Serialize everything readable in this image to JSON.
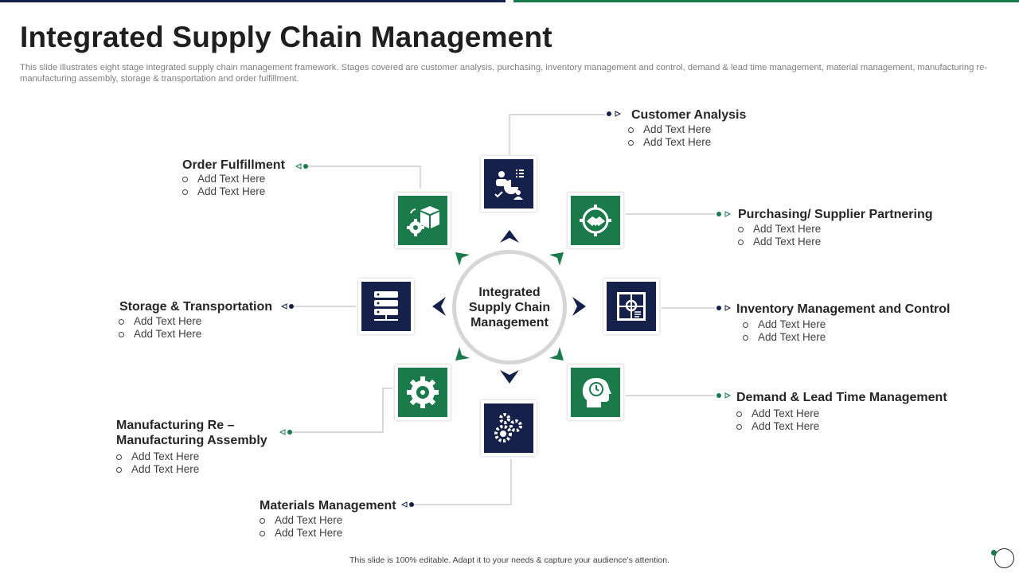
{
  "header": {
    "title": "Integrated Supply Chain Management",
    "subtitle": "This slide illustrates eight stage integrated supply chain management framework. Stages covered are customer analysis, purchasing, inventory management and control, demand & lead time management, material management, manufacturing re-manufacturing assembly, storage & transportation and order fulfillment."
  },
  "hub": {
    "label": "Integrated\nSupply Chain\nManagement"
  },
  "stages": {
    "customer_analysis": {
      "title": "Customer Analysis",
      "bullets": [
        "Add Text Here",
        "Add Text Here"
      ],
      "icon": "customer-analysis-icon"
    },
    "purchasing": {
      "title": "Purchasing/ Supplier Partnering",
      "bullets": [
        "Add Text Here",
        "Add Text Here"
      ],
      "icon": "handshake-gear-icon"
    },
    "inventory": {
      "title": "Inventory Management and Control",
      "bullets": [
        "Add Text Here",
        "Add Text Here"
      ],
      "icon": "inventory-icon"
    },
    "demand": {
      "title": "Demand & Lead Time Management",
      "bullets": [
        "Add Text Here",
        "Add Text Here"
      ],
      "icon": "head-clock-icon"
    },
    "materials": {
      "title": "Materials Management",
      "bullets": [
        "Add Text Here",
        "Add Text Here"
      ],
      "icon": "gears-icon"
    },
    "manufacturing": {
      "title": "Manufacturing Re –\nManufacturing Assembly",
      "bullets": [
        "Add Text Here",
        "Add Text Here"
      ],
      "icon": "gear-icon"
    },
    "storage": {
      "title": "Storage & Transportation",
      "bullets": [
        "Add Text Here",
        "Add Text Here"
      ],
      "icon": "server-icon"
    },
    "order": {
      "title": "Order Fulfillment",
      "bullets": [
        "Add Text Here",
        "Add Text Here"
      ],
      "icon": "box-gear-icon"
    }
  },
  "footer": {
    "text": "This slide is 100% editable.  Adapt it to your needs & capture your audience’s attention."
  },
  "colors": {
    "navy": "#15214a",
    "green": "#1a7a4a",
    "hub_ring": "#d6d6d6"
  }
}
